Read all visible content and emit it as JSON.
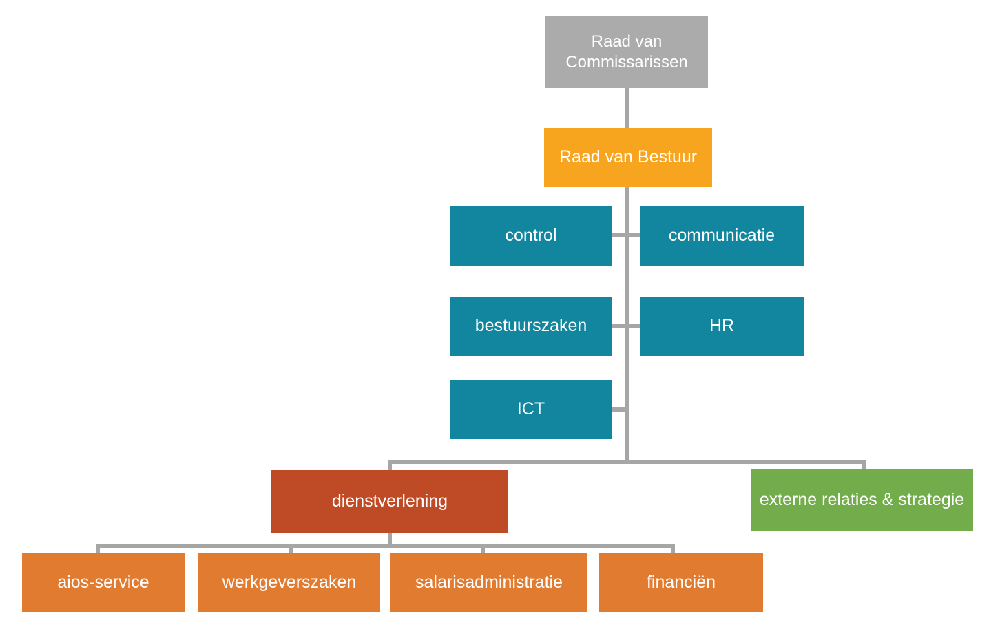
{
  "diagram": {
    "type": "org-chart",
    "background": "#ffffff",
    "connector_color": "#a6a6a6",
    "nodes": {
      "raad_van_commissarissen": {
        "label": "Raad van Commissarissen",
        "color": "#ababab",
        "text_color": "#ffffff",
        "level": 1
      },
      "raad_van_bestuur": {
        "label": "Raad van Bestuur",
        "color": "#f7a41e",
        "text_color": "#ffffff",
        "level": 2
      },
      "control": {
        "label": "control",
        "color": "#11869e",
        "text_color": "#ffffff",
        "level": 3
      },
      "communicatie": {
        "label": "communicatie",
        "color": "#11869e",
        "text_color": "#ffffff",
        "level": 3
      },
      "bestuurszaken": {
        "label": "bestuurszaken",
        "color": "#11869e",
        "text_color": "#ffffff",
        "level": 3
      },
      "hr": {
        "label": "HR",
        "color": "#11869e",
        "text_color": "#ffffff",
        "level": 3
      },
      "ict": {
        "label": "ICT",
        "color": "#11869e",
        "text_color": "#ffffff",
        "level": 3
      },
      "dienstverlening": {
        "label": "dienstverlening",
        "color": "#be4b26",
        "text_color": "#ffffff",
        "level": 4
      },
      "externe_relaties_strategie": {
        "label": "externe relaties & strategie",
        "color": "#73ad4b",
        "text_color": "#ffffff",
        "level": 4
      },
      "aios_service": {
        "label": "aios-service",
        "color": "#e17b30",
        "text_color": "#ffffff",
        "level": 5
      },
      "werkgeverszaken": {
        "label": "werkgeverszaken",
        "color": "#e17b30",
        "text_color": "#ffffff",
        "level": 5
      },
      "salarisadministratie": {
        "label": "salarisadministratie",
        "color": "#e17b30",
        "text_color": "#ffffff",
        "level": 5
      },
      "financien": {
        "label": "financiën",
        "color": "#e17b30",
        "text_color": "#ffffff",
        "level": 5
      }
    },
    "edges": [
      {
        "from": "raad_van_commissarissen",
        "to": "raad_van_bestuur"
      },
      {
        "from": "raad_van_bestuur",
        "to": "control"
      },
      {
        "from": "raad_van_bestuur",
        "to": "communicatie"
      },
      {
        "from": "raad_van_bestuur",
        "to": "bestuurszaken"
      },
      {
        "from": "raad_van_bestuur",
        "to": "hr"
      },
      {
        "from": "raad_van_bestuur",
        "to": "ict"
      },
      {
        "from": "raad_van_bestuur",
        "to": "dienstverlening"
      },
      {
        "from": "raad_van_bestuur",
        "to": "externe_relaties_strategie"
      },
      {
        "from": "dienstverlening",
        "to": "aios_service"
      },
      {
        "from": "dienstverlening",
        "to": "werkgeverszaken"
      },
      {
        "from": "dienstverlening",
        "to": "salarisadministratie"
      },
      {
        "from": "dienstverlening",
        "to": "financien"
      }
    ]
  }
}
